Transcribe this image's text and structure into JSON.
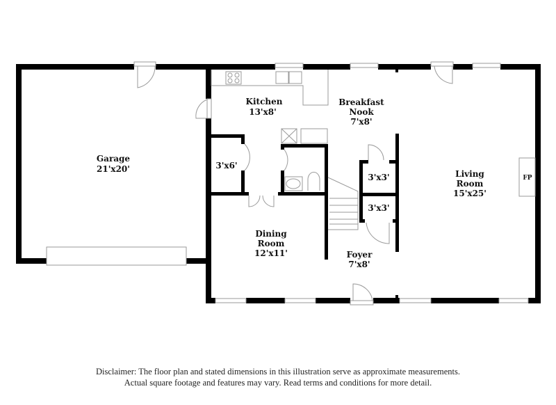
{
  "rooms": [
    {
      "id": "garage",
      "name": "Garage",
      "dims": "21'x20'"
    },
    {
      "id": "kitchen",
      "name": "Kitchen",
      "dims": "13'x8'"
    },
    {
      "id": "breakfast-nook",
      "name_line1": "Breakfast",
      "name_line2": "Nook",
      "dims": "7'x8'"
    },
    {
      "id": "closet-left",
      "dims": "3'x6'"
    },
    {
      "id": "closet-upper",
      "dims": "3'x3'"
    },
    {
      "id": "closet-lower",
      "dims": "3'x3'"
    },
    {
      "id": "dining-room",
      "name_line1": "Dining",
      "name_line2": "Room",
      "dims": "12'x11'"
    },
    {
      "id": "foyer",
      "name": "Foyer",
      "dims": "7'x8'"
    },
    {
      "id": "living-room",
      "name_line1": "Living",
      "name_line2": "Room",
      "dims": "15'x25'"
    }
  ],
  "fireplace_label": "FP",
  "disclaimer": {
    "line1": "Disclaimer: The floor plan and stated dimensions in this illustration serve as approximate measurements.",
    "line2": "Actual square footage and features may vary. Read terms and conditions for more detail."
  },
  "colors": {
    "wall": "#000000",
    "fixture": "#9a9a9a",
    "background": "#ffffff"
  }
}
